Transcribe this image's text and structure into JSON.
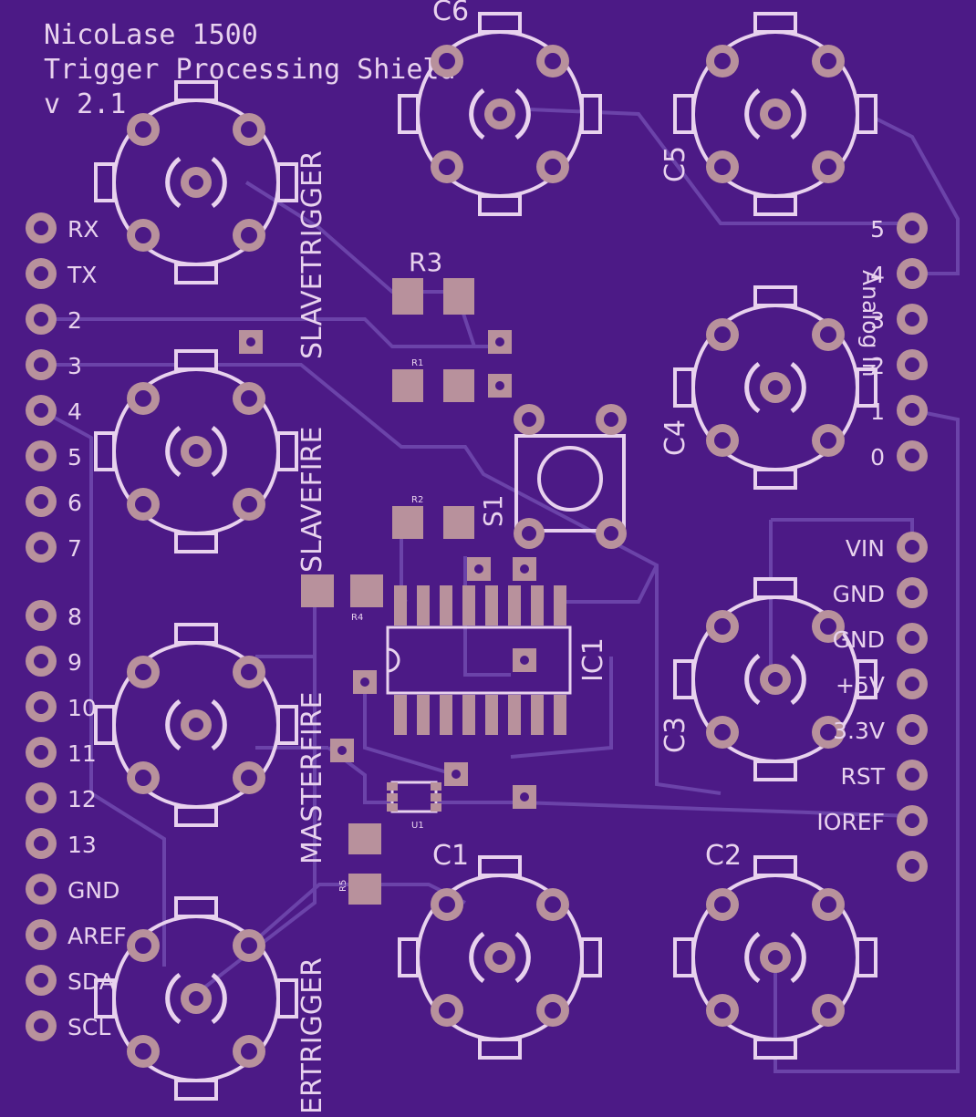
{
  "colors": {
    "board": "#4c1a86",
    "trace": "#6b43a9",
    "silkscreen": "#e8d2ee",
    "pad": "#b8919c",
    "drill": "#4c1a86"
  },
  "board_title": [
    "NicoLase 1500",
    "Trigger Processing Shield",
    "v 2.1"
  ],
  "left_header": {
    "pins": [
      "RX",
      "TX",
      "2",
      "3",
      "4",
      "5",
      "6",
      "7",
      "8",
      "9",
      "10",
      "11",
      "12",
      "13",
      "GND",
      "AREF",
      "SDA",
      "SCL"
    ]
  },
  "right_header": {
    "analog_label": "Analog In",
    "analog_pins": [
      "5",
      "4",
      "3",
      "2",
      "1",
      "0"
    ],
    "power_pins": [
      "VIN",
      "GND",
      "GND",
      "+5V",
      "3.3V",
      "RST",
      "IOREF",
      ""
    ]
  },
  "connectors": {
    "C1": "C1",
    "C2": "C2",
    "C3": "C3",
    "C4": "C4",
    "C5": "C5",
    "C6": "C6"
  },
  "vertical_labels": {
    "slavetrigger": "SLAVETRIGGER",
    "slavefire": "SLAVEFIRE",
    "masterfire": "MASTERFIRE",
    "mastertrigger": "ERTRIGGER"
  },
  "components": {
    "R1": "R1",
    "R2": "R2",
    "R3": "R3",
    "R4": "R4",
    "R5": "R5",
    "S1": "S1",
    "IC1": "IC1",
    "U1": "U1"
  }
}
